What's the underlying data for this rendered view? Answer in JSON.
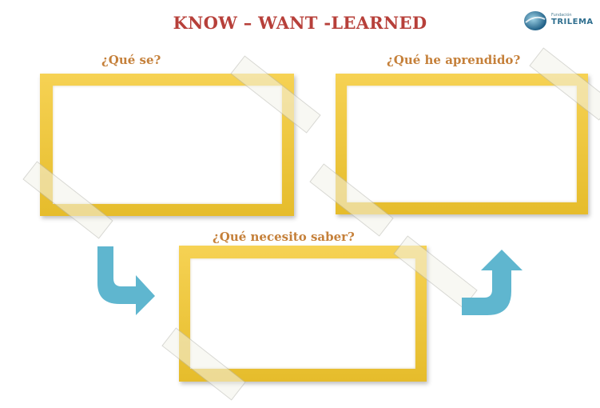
{
  "title": "KNOW – WANT -LEARNED",
  "logo": {
    "small_text": "Fundación",
    "name": "TRILEMA"
  },
  "boxes": {
    "know": {
      "label": "¿Qué se?"
    },
    "learned": {
      "label": "¿Qué he aprendido?"
    },
    "want": {
      "label": "¿Qué necesito saber?"
    }
  },
  "colors": {
    "title": "#b7403a",
    "label": "#c5803a",
    "frame": "#f4c82e",
    "arrow": "#5fb6cf"
  },
  "icons": [
    "curved-arrow-down-right-icon",
    "curved-arrow-up-right-icon",
    "tape-icon",
    "logo-globe-icon"
  ]
}
